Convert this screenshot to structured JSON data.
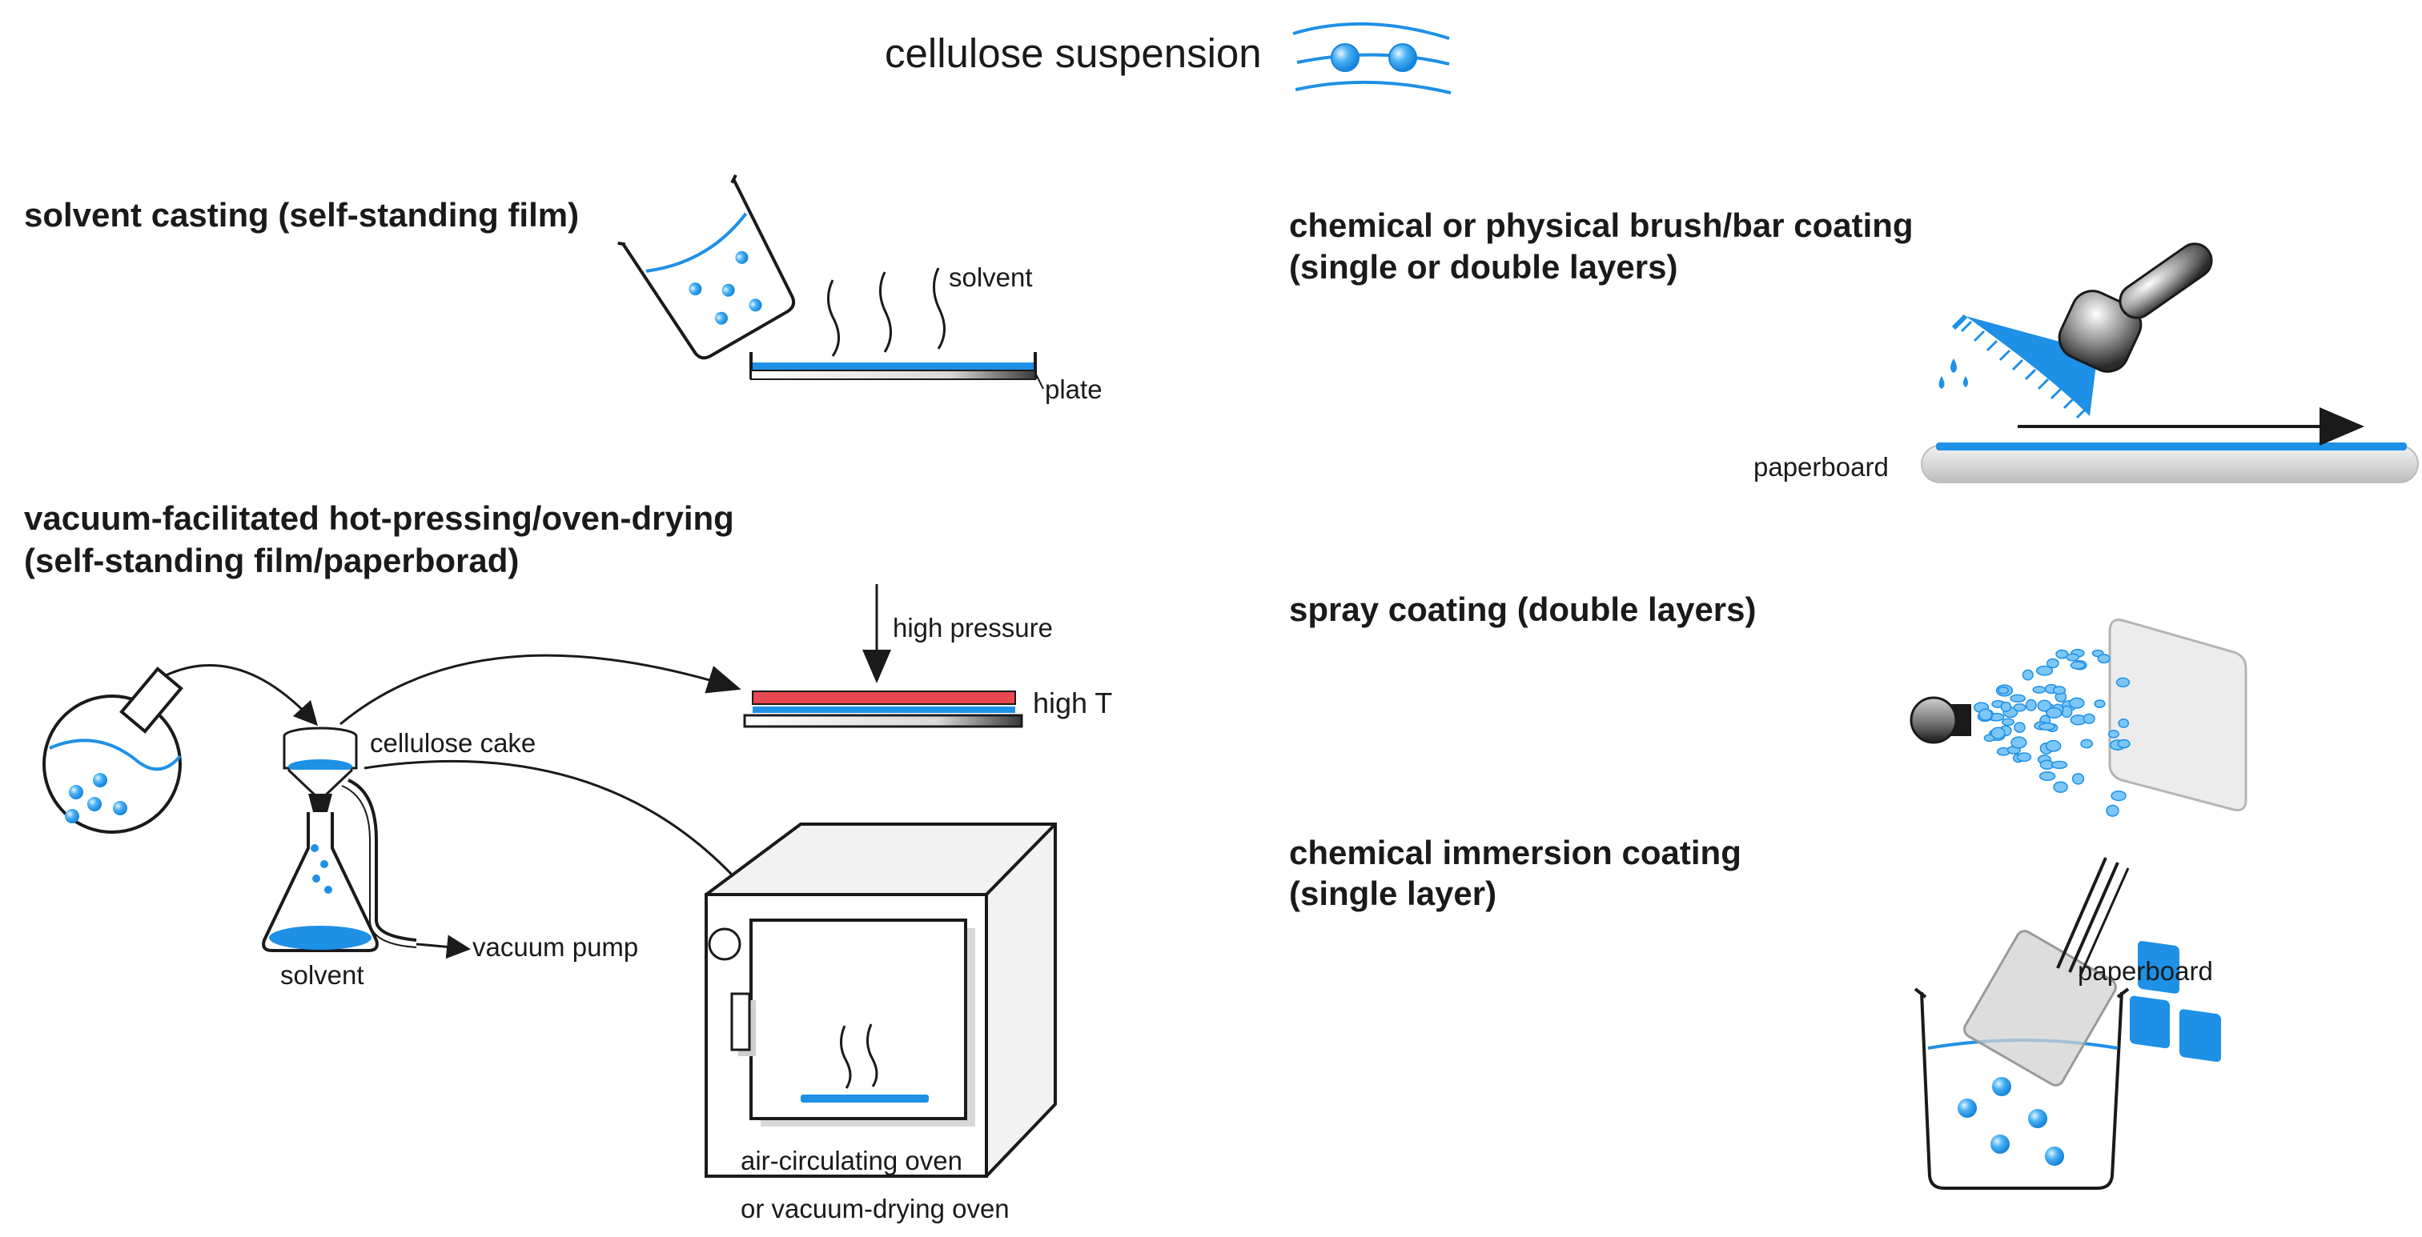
{
  "diagram": {
    "top_title": "cellulose suspension",
    "sections": {
      "solvent_casting": {
        "heading": "solvent casting (self-standing film)",
        "solvent_label": "solvent",
        "plate_label": "plate"
      },
      "vacuum": {
        "heading_line1": "vacuum-facilitated hot-pressing/oven-drying",
        "heading_line2": "(self-standing film/paperborad)",
        "cellulose_cake_label": "cellulose cake",
        "high_pressure_label": "high pressure",
        "high_t_label": "high T",
        "solvent_label": "solvent",
        "vacuum_pump_label": "vacuum pump",
        "oven_label_line1": "air-circulating oven",
        "oven_label_line2": "or vacuum-drying oven"
      },
      "brush_coating": {
        "heading_line1": "chemical or physical brush/bar coating",
        "heading_line2": "(single or double layers)",
        "paperboard_label": "paperboard"
      },
      "spray_coating": {
        "heading": "spray coating (double layers)"
      },
      "immersion_coating": {
        "heading_line1": "chemical immersion coating",
        "heading_line2": "(single layer)",
        "paperboard_label": "paperboard"
      }
    },
    "colors": {
      "accent_blue": "#1e90e6",
      "heat_red": "#e8484f",
      "outline": "#1a1a1a"
    }
  }
}
